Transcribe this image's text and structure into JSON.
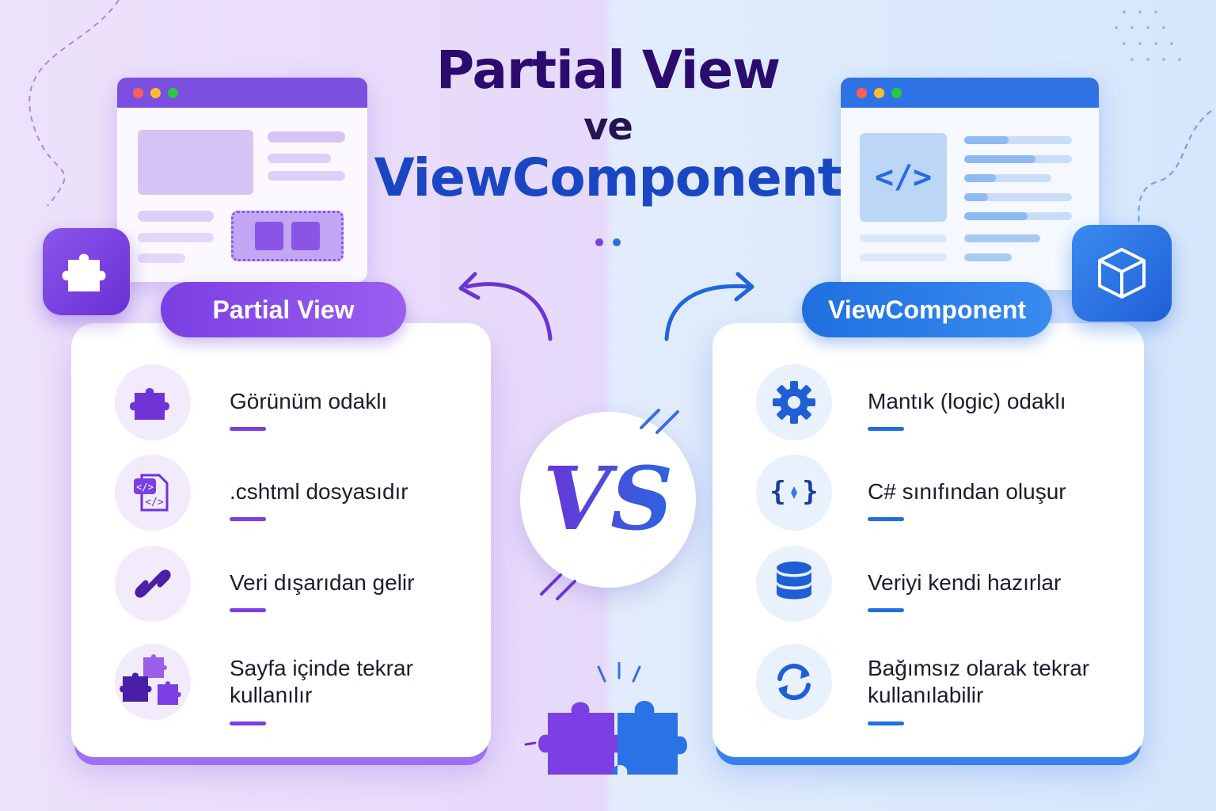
{
  "title": {
    "line1": "Partial View",
    "line2": "ve",
    "line3": "ViewComponent"
  },
  "vs_label": "VS",
  "left": {
    "header": "Partial View",
    "accent": "#7b3fe4",
    "items": [
      {
        "label": "Görünüm odaklı",
        "icon": "puzzle-piece-icon"
      },
      {
        "label": ".cshtml dosyasıdır",
        "icon": "code-file-icon"
      },
      {
        "label": "Veri dışarıdan gelir",
        "icon": "chain-link-icon"
      },
      {
        "label": "Sayfa içinde tekrar kullanılır",
        "icon": "multiple-puzzle-icon"
      }
    ]
  },
  "right": {
    "header": "ViewComponent",
    "accent": "#1f6fe0",
    "items": [
      {
        "label": "Mantık (logic) odaklı",
        "icon": "gear-icon"
      },
      {
        "label": "C# sınıfından oluşur",
        "icon": "curly-braces-icon"
      },
      {
        "label": "Veriyi kendi hazırlar",
        "icon": "database-icon"
      },
      {
        "label": "Bağımsız olarak tekrar kullanılabilir",
        "icon": "refresh-icon"
      }
    ]
  },
  "code_symbol": "</>"
}
